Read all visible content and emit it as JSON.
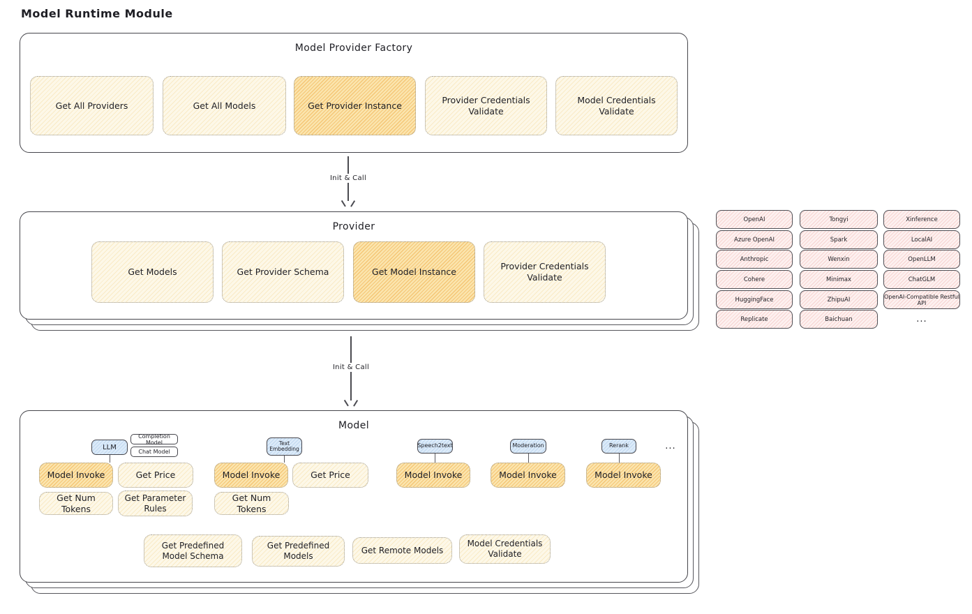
{
  "title": "Model Runtime Module",
  "arrow1": {
    "label": "Init & Call"
  },
  "arrow2": {
    "label": "Init & Call"
  },
  "factory": {
    "title": "Model Provider Factory",
    "buttons": [
      {
        "label": "Get All Providers"
      },
      {
        "label": "Get All Models"
      },
      {
        "label": "Get Provider Instance"
      },
      {
        "label": "Provider Credentials Validate"
      },
      {
        "label": "Model Credentials Validate"
      }
    ]
  },
  "provider": {
    "title": "Provider",
    "buttons": [
      {
        "label": "Get Models"
      },
      {
        "label": "Get Provider Schema"
      },
      {
        "label": "Get Model Instance"
      },
      {
        "label": "Provider Credentials Validate"
      }
    ]
  },
  "providers_list": {
    "columns": [
      [
        "OpenAI",
        "Azure OpenAI",
        "Anthropic",
        "Cohere",
        "HuggingFace",
        "Replicate"
      ],
      [
        "Tongyi",
        "Spark",
        "Wenxin",
        "Minimax",
        "ZhipuAI",
        "Baichuan"
      ],
      [
        "Xinference",
        "LocalAI",
        "OpenLLM",
        "ChatGLM",
        "OpenAI-Compatible Restful API"
      ]
    ],
    "more": "..."
  },
  "model": {
    "title": "Model",
    "tags": [
      {
        "label": "LLM"
      },
      {
        "label": "Completion Model"
      },
      {
        "label": "Chat Model"
      },
      {
        "label": "Text Embedding"
      },
      {
        "label": "Speech2text"
      },
      {
        "label": "Moderation"
      },
      {
        "label": "Rerank"
      }
    ],
    "tags_more": "...",
    "llm_group": [
      "Model Invoke",
      "Get Price",
      "Get Num Tokens",
      "Get Parameter Rules"
    ],
    "embedding_group": [
      "Model Invoke",
      "Get Price",
      "Get Num Tokens"
    ],
    "speech2text_group": [
      "Model Invoke"
    ],
    "moderation_group": [
      "Model Invoke"
    ],
    "rerank_group": [
      "Model Invoke"
    ],
    "bottom_buttons": [
      "Get Predefined Model Schema",
      "Get Predefined Models",
      "Get Remote Models",
      "Model Credentials Validate"
    ]
  },
  "colors": {
    "node_light": "#fdf8e8",
    "node_highlight": "#fbe5ae",
    "provider_chip": "#fdf1f0",
    "tag_blue": "#dcebf9",
    "border_dark": "#45454b",
    "border_dotted": "#9b968b"
  }
}
